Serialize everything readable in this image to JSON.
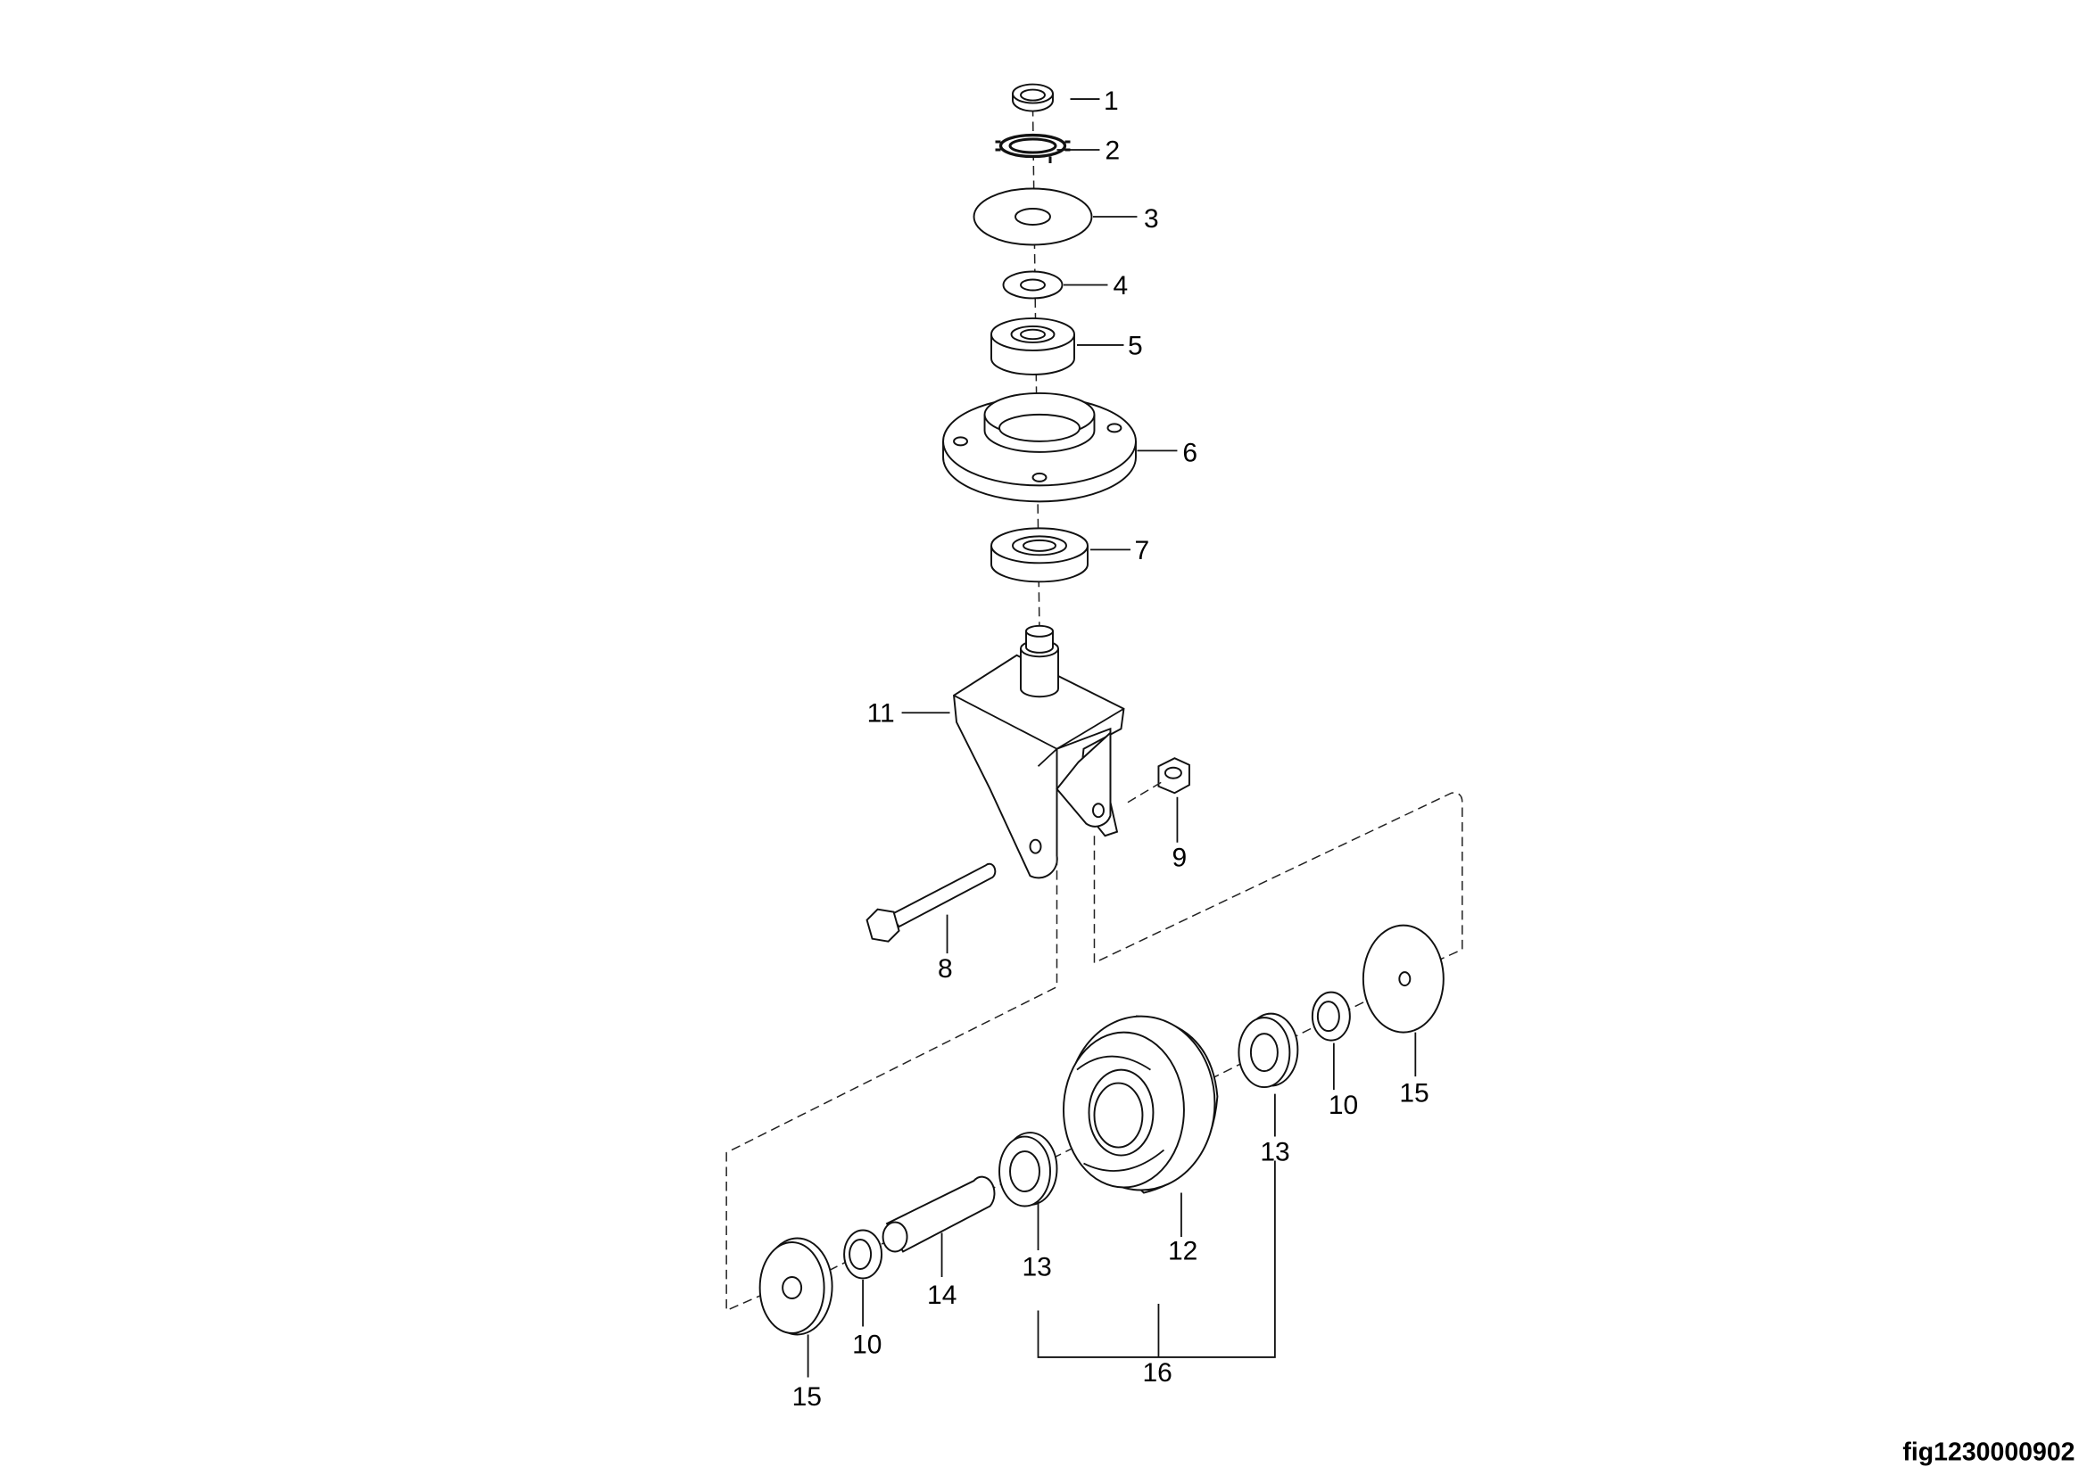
{
  "figure_id": "fig1230000902",
  "callouts": {
    "c1": "1",
    "c2": "2",
    "c3": "3",
    "c4": "4",
    "c5": "5",
    "c6": "6",
    "c7": "7",
    "c8": "8",
    "c9": "9",
    "c10a": "10",
    "c10b": "10",
    "c11": "11",
    "c12": "12",
    "c13a": "13",
    "c13b": "13",
    "c14": "14",
    "c15a": "15",
    "c15b": "15",
    "c16": "16"
  }
}
